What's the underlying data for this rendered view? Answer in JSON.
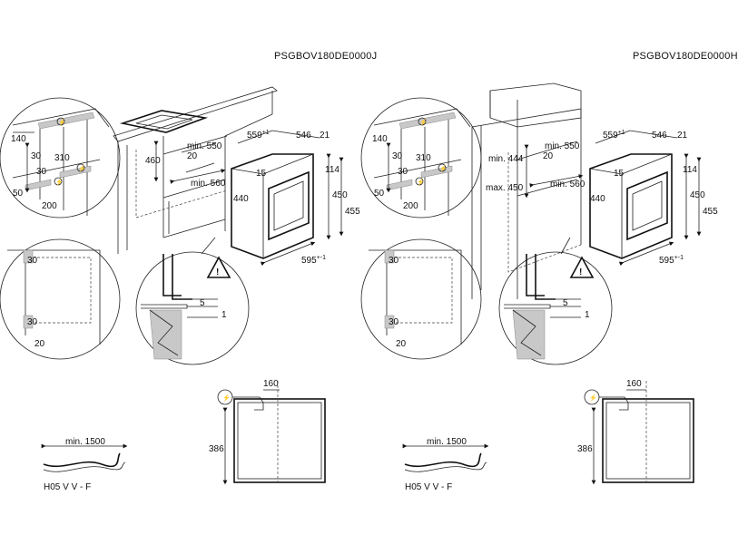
{
  "left": {
    "model": "PSGBOV180DE0000J",
    "cabinet": {
      "height": "460",
      "depth_min": "min. 550",
      "gap": "20",
      "width_min": "min. 560"
    },
    "cutout": {
      "a": "140",
      "b": "30",
      "c": "310",
      "d": "30",
      "e": "50",
      "f": "200"
    },
    "oven": {
      "w": "559",
      "w_tol": "+1",
      "d1": "546",
      "d2": "21",
      "h1": "15",
      "h2": "114",
      "h3": "440",
      "h4": "450",
      "h5": "455",
      "bottom": "595",
      "bottom_tol": "+-1"
    },
    "side": {
      "top": "30",
      "mid": "30",
      "bot": "20"
    },
    "detail": {
      "v1": "5",
      "v2": "1"
    },
    "cable": {
      "length": "min. 1500",
      "type": "H05 V V - F"
    },
    "back": {
      "w": "160",
      "h": "386"
    }
  },
  "right": {
    "model": "PSGBOV180DE0000H",
    "cabinet": {
      "min_h": "min. 444",
      "max_h": "max. 450",
      "gap": "20",
      "depth_min": "min. 550",
      "width_min": "min. 560"
    },
    "cutout": {
      "a": "140",
      "b": "30",
      "c": "310",
      "d": "30",
      "e": "50",
      "f": "200"
    },
    "oven": {
      "w": "559",
      "w_tol": "+1",
      "d1": "546",
      "d2": "21",
      "h1": "15",
      "h2": "114",
      "h3": "440",
      "h4": "450",
      "h5": "455",
      "bottom": "595",
      "bottom_tol": "+-1"
    },
    "side": {
      "top": "30",
      "mid": "30",
      "bot": "20"
    },
    "detail": {
      "v1": "5",
      "v2": "1"
    },
    "cable": {
      "length": "min. 1500",
      "type": "H05 V V - F"
    },
    "back": {
      "w": "160",
      "h": "386"
    }
  }
}
